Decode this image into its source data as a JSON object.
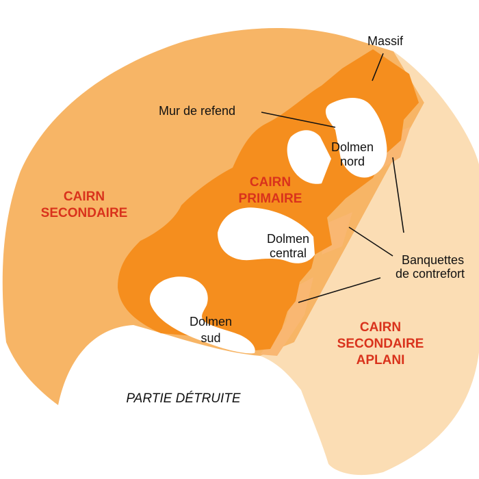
{
  "colors": {
    "secondary_cairn": "#F7B566",
    "flattened_cairn": "#FBDDB4",
    "primary_cairn": "#F58E1E",
    "banquettes": "#F9B772",
    "chambers": "#FFFFFF",
    "zone_label": "#D9321C",
    "text": "#111111"
  },
  "labels": {
    "massif": "Massif",
    "mur_de_refend": "Mur de refend",
    "dolmen_nord": [
      "Dolmen",
      "nord"
    ],
    "cairn_primaire": [
      "CAIRN",
      "PRIMAIRE"
    ],
    "cairn_secondaire": [
      "CAIRN",
      "SECONDAIRE"
    ],
    "dolmen_central": [
      "Dolmen",
      "central"
    ],
    "banquettes": [
      "Banquettes",
      "de contrefort"
    ],
    "dolmen_sud": [
      "Dolmen",
      "sud"
    ],
    "cairn_secondaire_aplani": [
      "CAIRN",
      "SECONDAIRE",
      "APLANI"
    ],
    "partie_detruite": "PARTIE DÉTRUITE"
  }
}
